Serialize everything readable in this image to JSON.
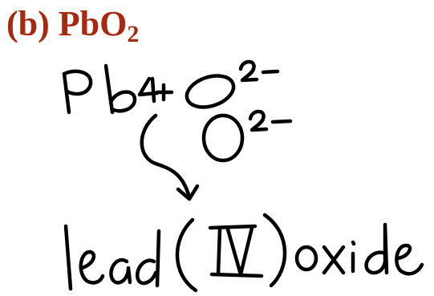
{
  "heading": {
    "part": "(b)",
    "formula_base": "PbO",
    "formula_subscript": "2",
    "color": "#a52a0f"
  },
  "handwriting": {
    "ink_color": "#000000",
    "ions": {
      "cation_symbol": "Pb",
      "cation_charge": "4+",
      "anion_1_symbol": "O",
      "anion_1_charge": "2−",
      "anion_2_symbol": "O",
      "anion_2_charge": "2−"
    },
    "name": {
      "word_1": "lead",
      "roman_numeral": "IV",
      "word_2": "oxide"
    }
  }
}
